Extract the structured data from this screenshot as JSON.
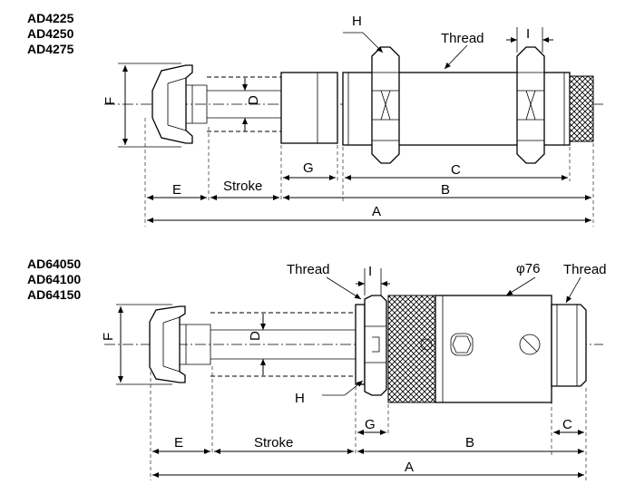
{
  "top_figure": {
    "models": [
      "AD4225",
      "AD4250",
      "AD4275"
    ],
    "labels": {
      "H": "H",
      "thread": "Thread",
      "I": "I",
      "F": "F",
      "D": "D",
      "G": "G",
      "C": "C",
      "E": "E",
      "stroke": "Stroke",
      "B": "B",
      "A": "A"
    }
  },
  "bottom_figure": {
    "models": [
      "AD64050",
      "AD64100",
      "AD64150"
    ],
    "labels": {
      "thread_left": "Thread",
      "I": "I",
      "phi76": "φ76",
      "thread_right": "Thread",
      "F": "F",
      "D": "D",
      "H": "H",
      "G": "G",
      "C": "C",
      "E": "E",
      "stroke": "Stroke",
      "B": "B",
      "A": "A"
    }
  }
}
